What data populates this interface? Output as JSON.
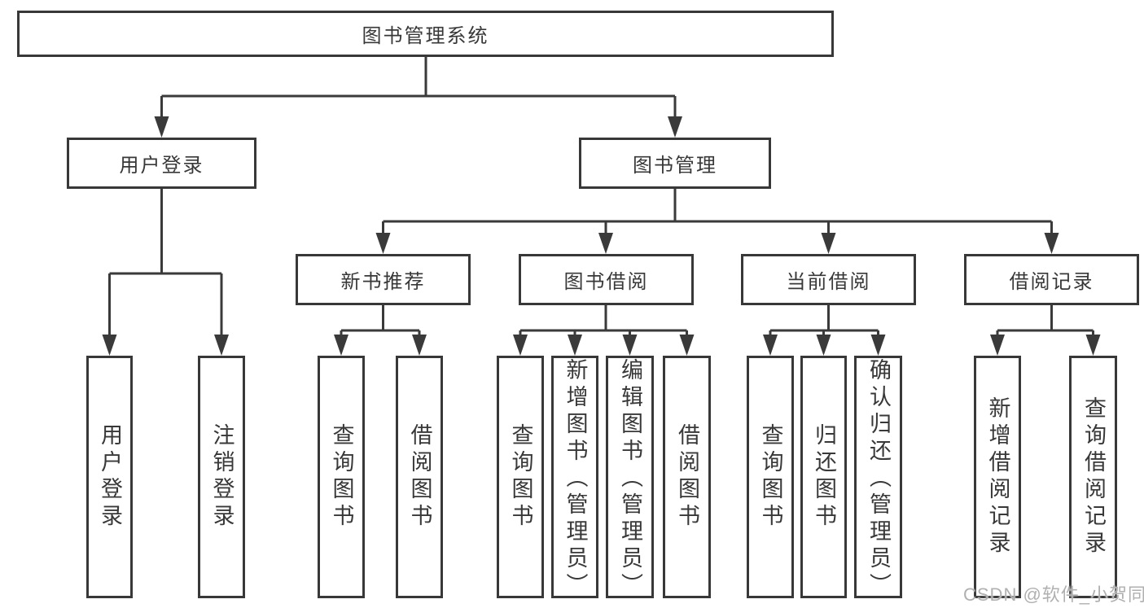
{
  "diagram": {
    "root": {
      "label": "图书管理系统"
    },
    "children": [
      {
        "label": "用户登录",
        "children": [
          {
            "label": "用户登录"
          },
          {
            "label": "注销登录"
          }
        ]
      },
      {
        "label": "图书管理",
        "children": [
          {
            "label": "新书推荐",
            "children": [
              {
                "label": "查询图书"
              },
              {
                "label": "借阅图书"
              }
            ]
          },
          {
            "label": "图书借阅",
            "children": [
              {
                "label": "查询图书"
              },
              {
                "label": "新增图书（管理员）"
              },
              {
                "label": "编辑图书（管理员）"
              },
              {
                "label": "借阅图书"
              }
            ]
          },
          {
            "label": "当前借阅",
            "children": [
              {
                "label": "查询图书"
              },
              {
                "label": "归还图书"
              },
              {
                "label": "确认归还（管理员）"
              }
            ]
          },
          {
            "label": "借阅记录",
            "children": [
              {
                "label": "新增借阅记录"
              },
              {
                "label": "查询借阅记录"
              }
            ]
          }
        ]
      }
    ]
  },
  "watermark": {
    "text": "CSDN @软件_小贺同学"
  },
  "colors": {
    "background": "#ffffff",
    "line": "#3a3a3a",
    "box_border": "#383838",
    "text": "#383838",
    "watermark": "#b0b0b0"
  }
}
